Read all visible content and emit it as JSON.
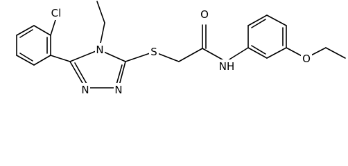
{
  "molecule": {
    "atoms": {
      "cl": "Cl",
      "n_ethyl": "N",
      "n_left": "N",
      "n_right": "N",
      "s": "S",
      "o_carbonyl": "O",
      "nh": "NH",
      "o_methoxy": "O"
    }
  }
}
